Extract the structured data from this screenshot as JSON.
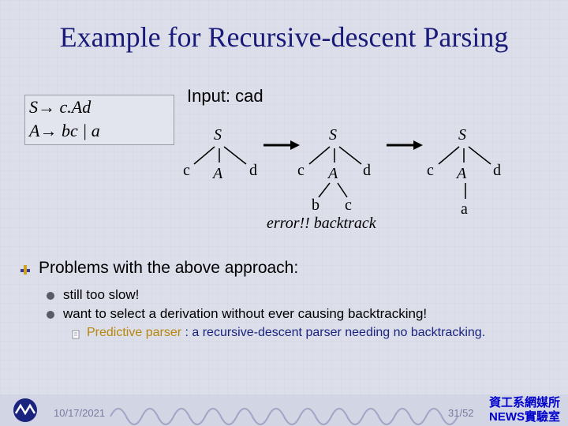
{
  "slide": {
    "title": "Example for Recursive-descent Parsing",
    "grammar": {
      "rule1": "S→ c.Ad",
      "rule2": "A→ bc | a"
    },
    "input_label": "Input: cad",
    "trees": [
      {
        "root": "S",
        "children": [
          "c",
          "A",
          "d"
        ]
      },
      {
        "root": "S",
        "children": [
          "c",
          "A",
          "d"
        ],
        "sub": [
          "b",
          "c"
        ],
        "note": "error!! backtrack"
      },
      {
        "root": "S",
        "children": [
          "c",
          "A",
          "d"
        ],
        "sub": [
          "a"
        ]
      }
    ],
    "problems_heading": "Problems with the above approach:",
    "bullets": [
      "still too slow!",
      "want to select a derivation without ever causing backtracking!"
    ],
    "sub_bullet": {
      "highlight": "Predictive parser",
      "rest": " : a recursive-descent parser needing no backtracking."
    },
    "footer": {
      "date": "10/17/2021",
      "page": "31/52",
      "org_line1": "資工系網媒所",
      "org_line2": "NEWS實驗室"
    }
  }
}
